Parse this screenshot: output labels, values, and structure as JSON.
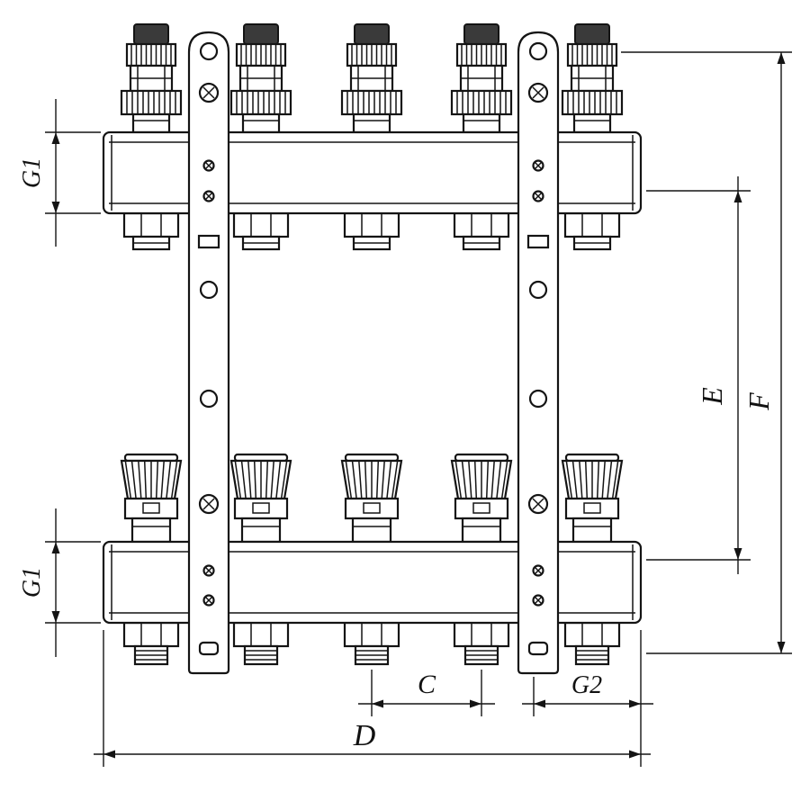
{
  "drawing": {
    "kind": "manifold-dimensional-drawing",
    "colors": {
      "line": "#141414",
      "background": "#ffffff",
      "cap_fill": "#3a3a3a"
    },
    "counts": {
      "flow_meters": 5,
      "thermostatic_valves": 5,
      "outlets": 5,
      "brackets": 2
    },
    "labels": {
      "g1_top": "G1",
      "g1_bottom": "G1",
      "c": "C",
      "g2": "G2",
      "d": "D",
      "e": "E",
      "f": "F"
    }
  }
}
